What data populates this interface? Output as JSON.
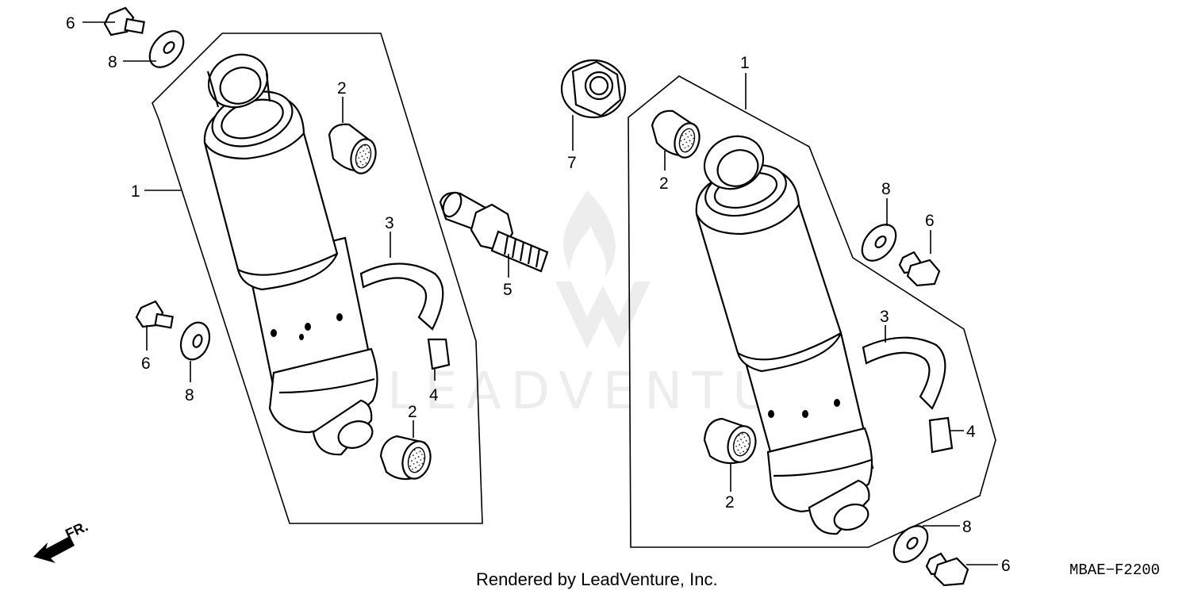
{
  "watermark": "LEADVENTURE",
  "footer": "Rendered by LeadVenture, Inc.",
  "diagram_code": "MBAE−F2200",
  "direction_label": "FR.",
  "callouts": {
    "left_damper_1": "1",
    "left_bush_top_2": "2",
    "left_bush_bottom_2": "2",
    "left_ring_3": "3",
    "left_clip_4": "4",
    "left_bolt_top_6": "6",
    "left_bolt_mid_6": "6",
    "left_washer_top_8": "8",
    "left_washer_mid_8": "8",
    "stud_5": "5",
    "nut_7": "7",
    "right_damper_1": "1",
    "right_bush_top_2": "2",
    "right_bush_bottom_2": "2",
    "right_ring_3": "3",
    "right_clip_4": "4",
    "right_bolt_top_6": "6",
    "right_bolt_bottom_6": "6",
    "right_washer_top_8": "8",
    "right_washer_bottom_8": "8"
  }
}
